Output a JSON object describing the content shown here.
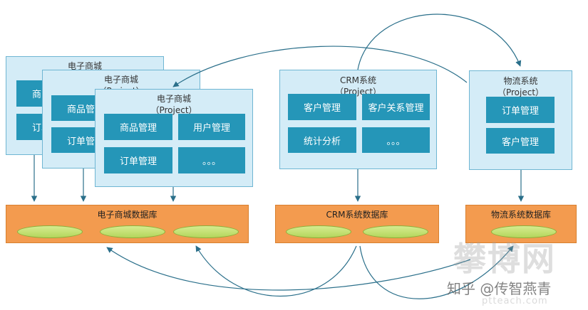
{
  "ecommerce_projects": [
    {
      "title": "电子商城",
      "subtitle": "",
      "modules": [
        "商品管理",
        "订单管理"
      ]
    },
    {
      "title": "电子商城",
      "subtitle": "（Project）",
      "modules": [
        "商品管理",
        "订单管理"
      ]
    },
    {
      "title": "电子商城",
      "subtitle": "（Project）",
      "modules": [
        "商品管理",
        "用户管理",
        "订单管理",
        "。。。"
      ]
    }
  ],
  "crm_project": {
    "title": "CRM系统",
    "subtitle": "（Project）",
    "modules": [
      "客户管理",
      "客户关系管理",
      "统计分析",
      "。。。"
    ]
  },
  "logistics_project": {
    "title": "物流系统",
    "subtitle": "（Project）",
    "modules": [
      "订单管理",
      "客户管理"
    ]
  },
  "databases": {
    "ecommerce": "电子商城数据库",
    "crm": "CRM系统数据库",
    "logistics": "物流系统数据库"
  },
  "watermark": {
    "brand": "攀博网",
    "author": "知乎 @传智燕青",
    "url": "ptteach.com"
  }
}
